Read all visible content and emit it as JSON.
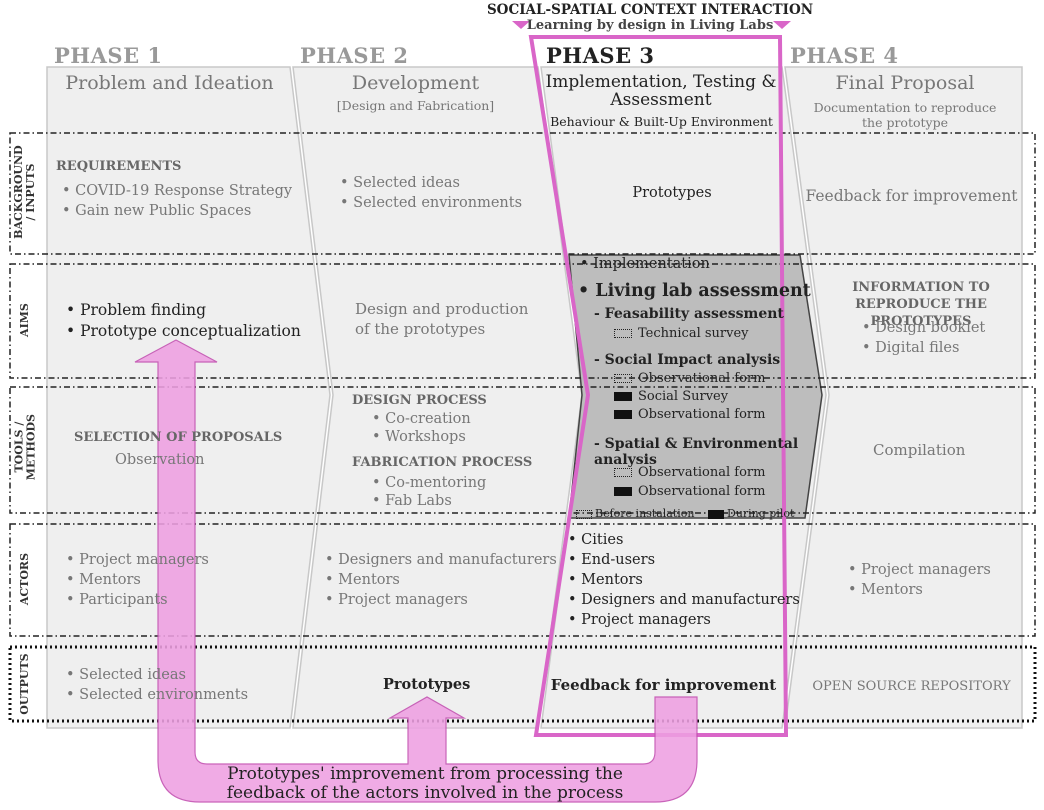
{
  "header": {
    "title": "SOCIAL-SPATIAL CONTEXT INTERACTION",
    "subtitle": "Learning by design in Living Labs"
  },
  "phases": [
    {
      "label": "PHASE 1",
      "title": "Problem and Ideation",
      "subtitle": ""
    },
    {
      "label": "PHASE 2",
      "title": "Development",
      "subtitle": "[Design and Fabrication]"
    },
    {
      "label": "PHASE 3",
      "title": "Implementation, Testing & Assessment",
      "subtitle": "Behaviour & Built-Up Environment"
    },
    {
      "label": "PHASE 4",
      "title": "Final Proposal",
      "subtitle": "Documentation to reproduce the prototype"
    }
  ],
  "rows": {
    "background": "BACKGROUND / INPUTS",
    "aims": "AIMS",
    "tools": "TOOLS / METHODS",
    "actors": "ACTORS",
    "outputs": "OUTPUTS"
  },
  "background": {
    "p1_heading": "REQUIREMENTS",
    "p1_items": [
      "COVID-19 Response Strategy",
      "Gain new Public Spaces"
    ],
    "p2_items": [
      "Selected ideas",
      "Selected environments"
    ],
    "p3_text": "Prototypes",
    "p4_text": "Feedback for improvement"
  },
  "aims": {
    "p1_items": [
      "Problem finding",
      "Prototype conceptualization"
    ],
    "p2_text": "Design and production of the prototypes",
    "p3_implementation": "Implementation",
    "p3_living_lab": "Living lab assessment",
    "p3_feasibility": "- Feasability assessment",
    "p3_technical": "Technical survey",
    "p3_social": "- Social Impact analysis",
    "p4_heading": "INFORMATION TO REPRODUCE THE PROTOTYPES",
    "p4_items": [
      "Design booklet",
      "Digital files"
    ]
  },
  "tools": {
    "p1_heading": "SELECTION OF PROPOSALS",
    "p1_text": "Observation",
    "p2_design_heading": "DESIGN PROCESS",
    "p2_design_items": [
      "Co-creation",
      "Workshops"
    ],
    "p2_fab_heading": "FABRICATION PROCESS",
    "p2_fab_items": [
      "Co-mentoring",
      "Fab Labs"
    ],
    "p3_social_1": "Observational form",
    "p3_social_2": "Social Survey",
    "p3_social_3": "Observational form",
    "p3_spatial": "- Spatial & Environmental analysis",
    "p3_spatial_1": "Observational form",
    "p3_spatial_2": "Observational form",
    "legend_before": "Before instalation",
    "legend_during": "During pilot",
    "p4_text": "Compilation"
  },
  "actors": {
    "p1_items": [
      "Project managers",
      "Mentors",
      "Participants"
    ],
    "p2_items": [
      "Designers and manufacturers",
      "Mentors",
      "Project managers"
    ],
    "p3_items": [
      "Cities",
      "End-users",
      "Mentors",
      "Designers and manufacturers",
      "Project managers"
    ],
    "p4_items": [
      "Project managers",
      "Mentors"
    ]
  },
  "outputs": {
    "p1_items": [
      "Selected ideas",
      "Selected environments"
    ],
    "p2_text": "Prototypes",
    "p3_text": "Feedback for improvement",
    "p4_text": "OPEN SOURCE REPOSITORY"
  },
  "feedback_loop": "Prototypes' improvement from processing the feedback of the actors involved in the process",
  "colors": {
    "accent": "#d966c8",
    "arrow_fill": "#eea0e2",
    "phase_fill": "#efefef",
    "assessment_fill": "#bdbdbd"
  }
}
